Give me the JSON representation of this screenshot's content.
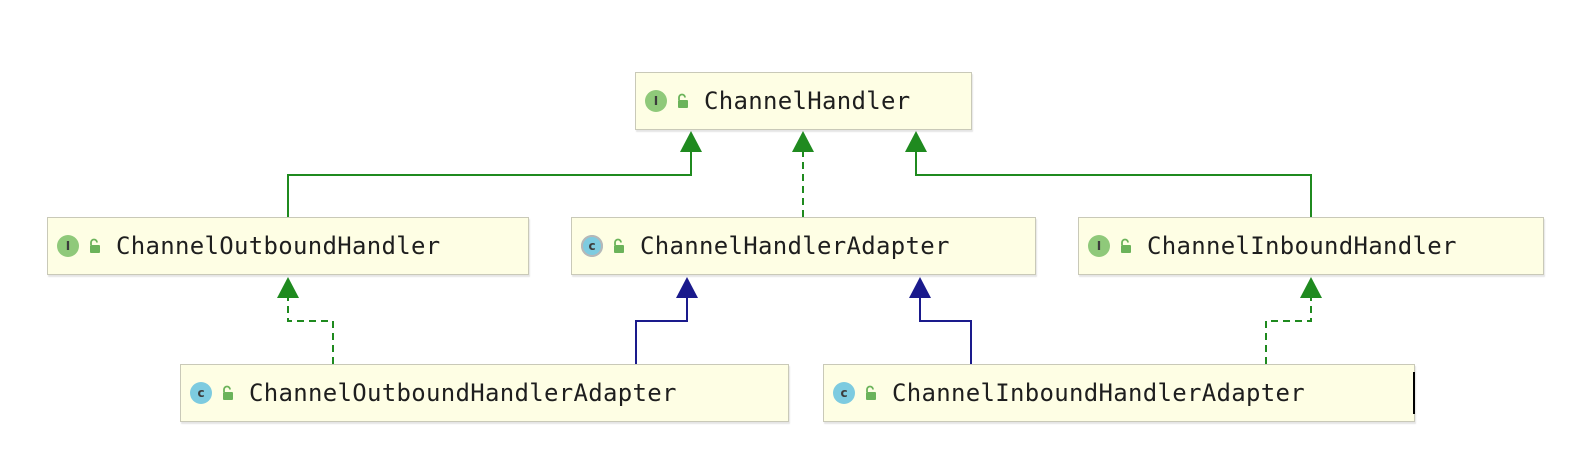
{
  "diagram": {
    "nodes": [
      {
        "id": "channel-handler",
        "label": "ChannelHandler",
        "kind": "interface",
        "badge": "I"
      },
      {
        "id": "channel-outbound-handler",
        "label": "ChannelOutboundHandler",
        "kind": "interface",
        "badge": "I"
      },
      {
        "id": "channel-handler-adapter",
        "label": "ChannelHandlerAdapter",
        "kind": "abstract",
        "badge": "c"
      },
      {
        "id": "channel-inbound-handler",
        "label": "ChannelInboundHandler",
        "kind": "interface",
        "badge": "I"
      },
      {
        "id": "channel-outbound-handler-adapter",
        "label": "ChannelOutboundHandlerAdapter",
        "kind": "class",
        "badge": "c"
      },
      {
        "id": "channel-inbound-handler-adapter",
        "label": "ChannelInboundHandlerAdapter",
        "kind": "class",
        "badge": "c"
      }
    ],
    "edges": [
      {
        "from": "channel-outbound-handler",
        "to": "channel-handler",
        "type": "extends-interface"
      },
      {
        "from": "channel-handler-adapter",
        "to": "channel-handler",
        "type": "implements"
      },
      {
        "from": "channel-inbound-handler",
        "to": "channel-handler",
        "type": "extends-interface"
      },
      {
        "from": "channel-outbound-handler-adapter",
        "to": "channel-outbound-handler",
        "type": "implements"
      },
      {
        "from": "channel-outbound-handler-adapter",
        "to": "channel-handler-adapter",
        "type": "extends-class"
      },
      {
        "from": "channel-inbound-handler-adapter",
        "to": "channel-handler-adapter",
        "type": "extends-class"
      },
      {
        "from": "channel-inbound-handler-adapter",
        "to": "channel-inbound-handler",
        "type": "implements"
      }
    ],
    "colors": {
      "extends_interface": "#1f8a1f",
      "implements": "#1f8a1f",
      "extends_class": "#1a1a8c",
      "interface_badge": "#8fc97a",
      "class_badge": "#7dcbe0",
      "node_fill": "#fefee4",
      "lock_icon": "#6bb35a"
    }
  }
}
